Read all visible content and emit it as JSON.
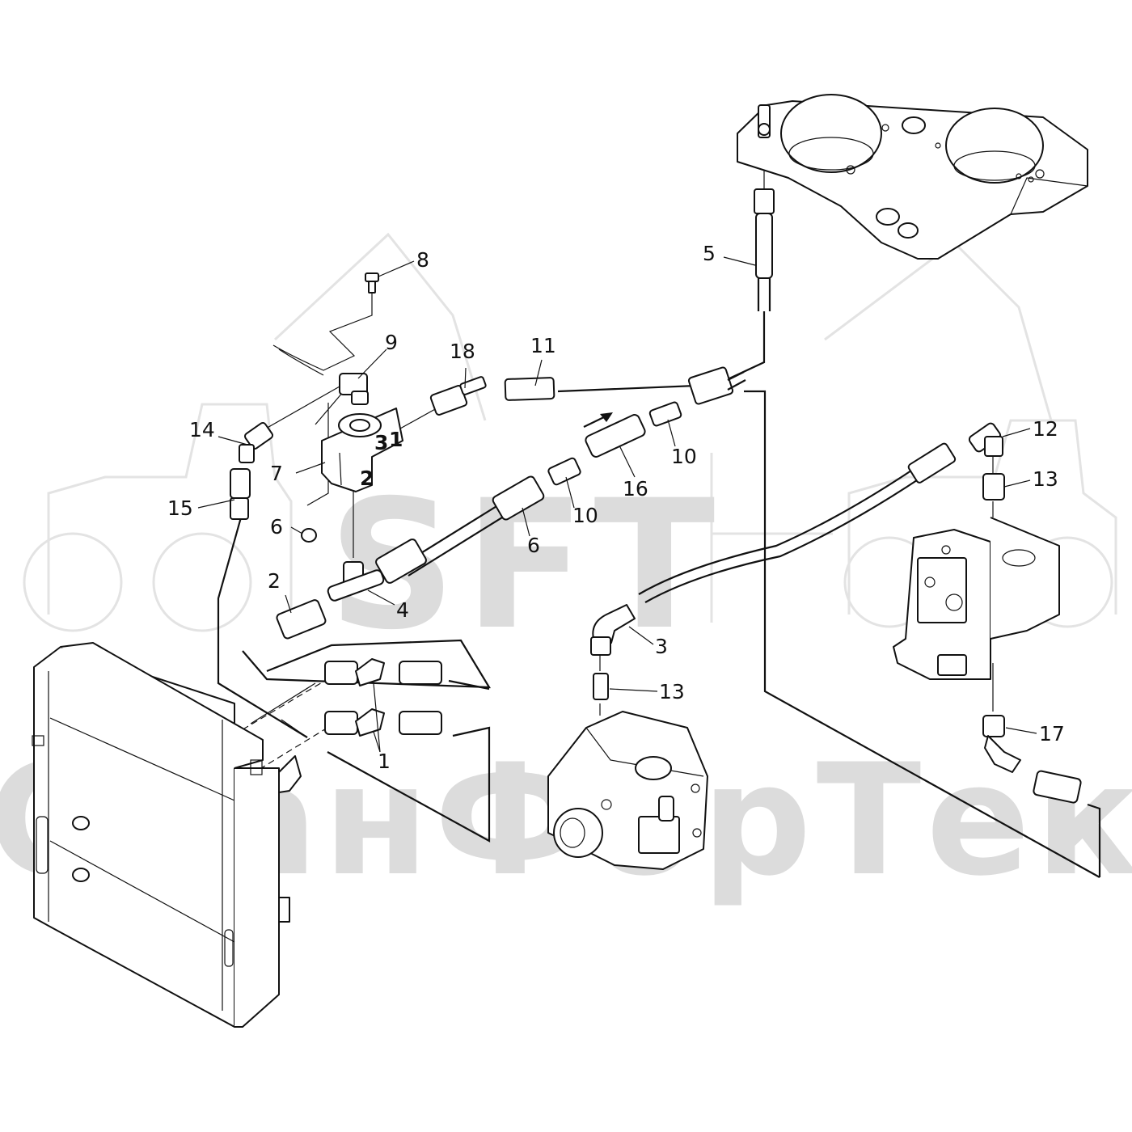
{
  "watermark": {
    "logo_text": "SFT",
    "company_text": "СканФорТек"
  },
  "callouts": [
    {
      "id": "c1",
      "label": "1"
    },
    {
      "id": "c2",
      "label": "2"
    },
    {
      "id": "c3",
      "label": "3"
    },
    {
      "id": "c4",
      "label": "4"
    },
    {
      "id": "c5",
      "label": "5"
    },
    {
      "id": "c6a",
      "label": "6"
    },
    {
      "id": "c6b",
      "label": "6"
    },
    {
      "id": "c7",
      "label": "7"
    },
    {
      "id": "c8",
      "label": "8"
    },
    {
      "id": "c9",
      "label": "9"
    },
    {
      "id": "c10a",
      "label": "10"
    },
    {
      "id": "c10b",
      "label": "10"
    },
    {
      "id": "c11",
      "label": "11"
    },
    {
      "id": "c12",
      "label": "12"
    },
    {
      "id": "c13a",
      "label": "13"
    },
    {
      "id": "c13b",
      "label": "13"
    },
    {
      "id": "c14",
      "label": "14"
    },
    {
      "id": "c15",
      "label": "15"
    },
    {
      "id": "c16",
      "label": "16"
    },
    {
      "id": "c17",
      "label": "17"
    },
    {
      "id": "c18",
      "label": "18"
    }
  ],
  "port_marks": {
    "p1": "1",
    "p2": "2",
    "p3": "3"
  }
}
